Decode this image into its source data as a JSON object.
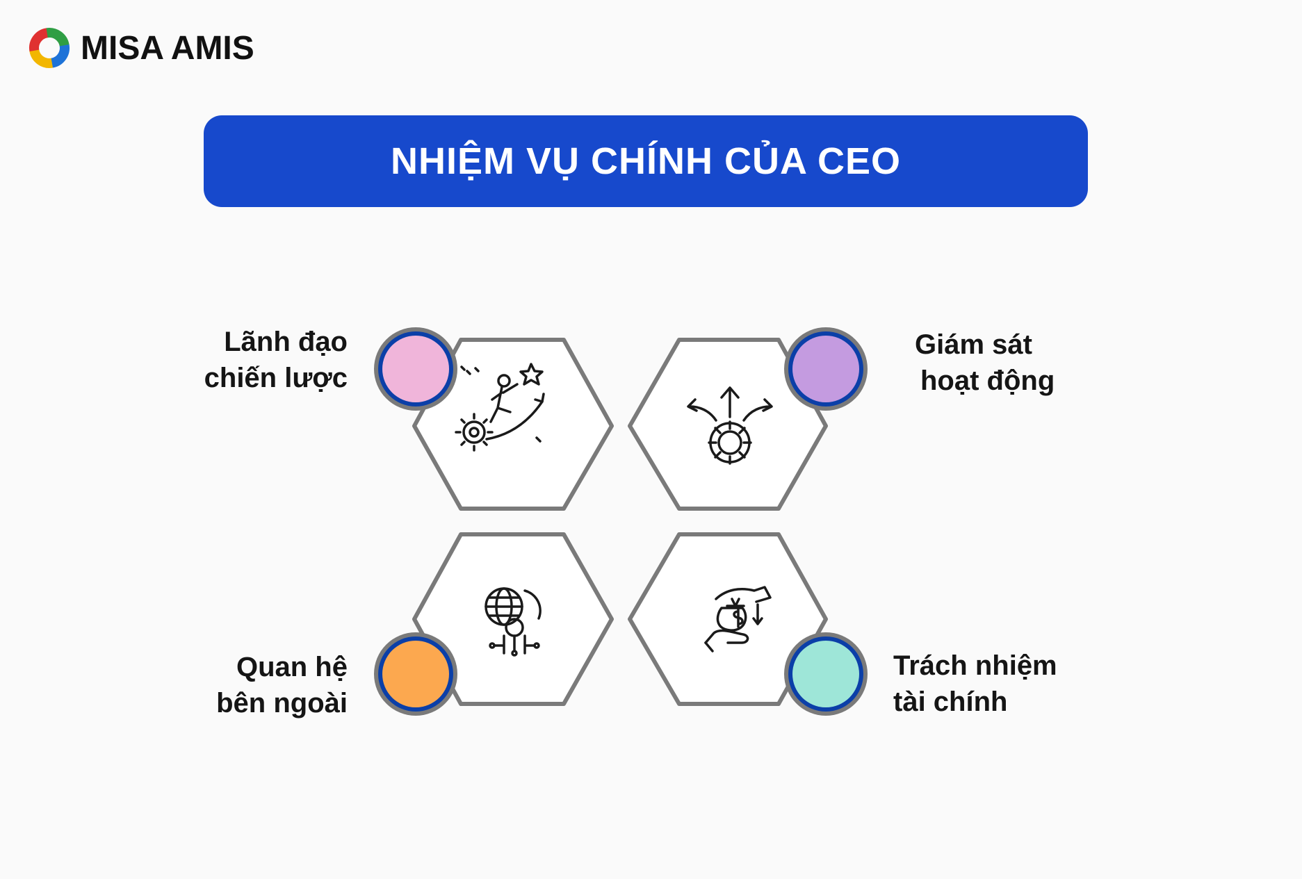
{
  "brand": {
    "name": "MISA AMIS"
  },
  "title": "NHIỆM VỤ CHÍNH CỦA CEO",
  "colors": {
    "title_bar": "#1749cc",
    "hex_stroke": "#7a7a7a",
    "circle_ring_outer": "#7a7a7a",
    "circle_ring_inner": "#0b3fa8"
  },
  "tasks": [
    {
      "id": "strategic-leadership",
      "lines": [
        "Lãnh đạo",
        "chiến lược"
      ],
      "color": "#f0b5da",
      "icon": "climbing-growth-icon"
    },
    {
      "id": "operations-oversight",
      "lines": [
        "Giám sát",
        "hoạt động"
      ],
      "color": "#c49be0",
      "icon": "gear-directions-icon"
    },
    {
      "id": "external-relations",
      "lines": [
        "Quan hệ",
        "bên ngoài"
      ],
      "color": "#fca84f",
      "icon": "globe-network-icon"
    },
    {
      "id": "financial-responsibility",
      "lines": [
        "Trách nhiệm",
        "tài chính"
      ],
      "color": "#9ee6d8",
      "icon": "money-hand-icon"
    }
  ]
}
